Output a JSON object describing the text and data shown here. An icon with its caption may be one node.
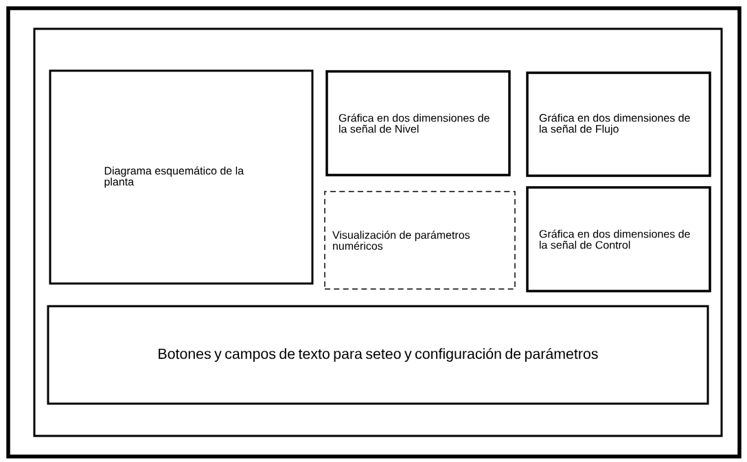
{
  "diagram": {
    "nodes": [
      {
        "text": [],
        "shape": "box"
      },
      {
        "text": [],
        "shape": "box",
        "in": 0
      },
      {
        "text": [
          "Diagrama esquemático de la planta"
        ],
        "in": 1
      },
      {
        "text": [
          "Gráfica en dos dimensiones de la señal de Nivel"
        ],
        "in": 1
      },
      {
        "text": [
          "Gráfica en dos dimensiones de la señal de Flujo"
        ],
        "in": 1
      },
      {
        "text": [
          "Visualización de parámetros numéricos"
        ],
        "in": 1
      },
      {
        "text": [
          "Gráfica en dos dimensiones de la señal de Control"
        ],
        "in": 1
      },
      {
        "text": [
          "Botones y campos de texto para seteo y configuración de parámetros"
        ],
        "in": 1
      }
    ]
  }
}
